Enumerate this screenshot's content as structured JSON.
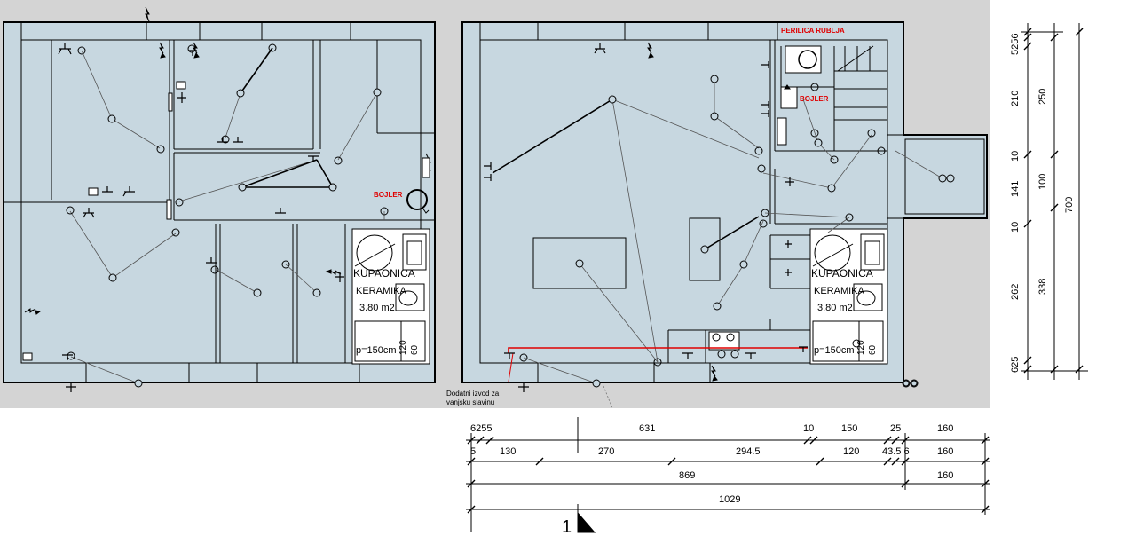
{
  "colors": {
    "backdrop": "#d4d4d4",
    "floor": "#c7d7e0",
    "wall": "#000000",
    "wire": "#555555",
    "annotation_red": "#e00000"
  },
  "labels": {
    "perilica": "PERILICA RUBLJA",
    "bojler_left": "BOJLER",
    "bojler_right": "BOJLER",
    "kupaonica": "KUPAONICA",
    "keramika": "KERAMIKA",
    "area": "3.80 m2",
    "shower": "p=150cm",
    "dim_120": "120",
    "dim_60": "60",
    "note_line1": "Dodatni izvod za",
    "note_line2": "vanjsku slavinu",
    "section_marker": "1"
  },
  "dims_bottom": {
    "row1": [
      "6255",
      "631",
      "10",
      "150",
      "25",
      "160"
    ],
    "row2": [
      "5",
      "130",
      "270",
      "294.5",
      "120",
      "43.5 6",
      "160"
    ],
    "row3": [
      "869",
      "160"
    ],
    "row4": [
      "1029"
    ]
  },
  "dims_right": {
    "col1": [
      "5256",
      "210",
      "10",
      "141",
      "10",
      "262",
      "625"
    ],
    "col2": [
      "250",
      "100",
      "338"
    ],
    "col3": [
      "700"
    ]
  }
}
